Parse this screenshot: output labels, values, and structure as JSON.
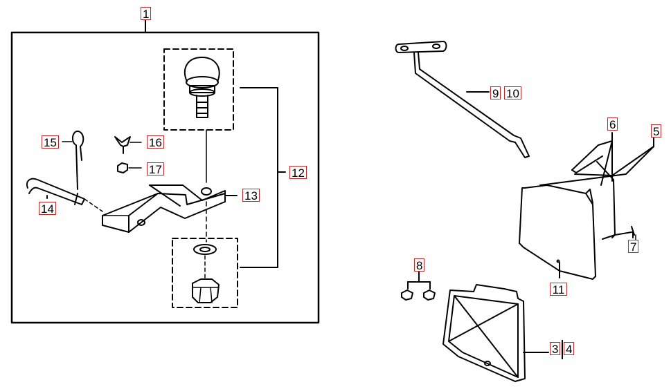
{
  "labels": {
    "l1": "1",
    "l3": "3",
    "l4": "4",
    "l5": "5",
    "l6": "6",
    "l7": "7",
    "l8": "8",
    "l9": "9",
    "l10": "10",
    "l11": "11",
    "l12": "12",
    "l13": "13",
    "l14": "14",
    "l15": "15",
    "l16": "16",
    "l17": "17"
  },
  "colors": {
    "label_border": "#d21f1f",
    "line": "#000000"
  }
}
